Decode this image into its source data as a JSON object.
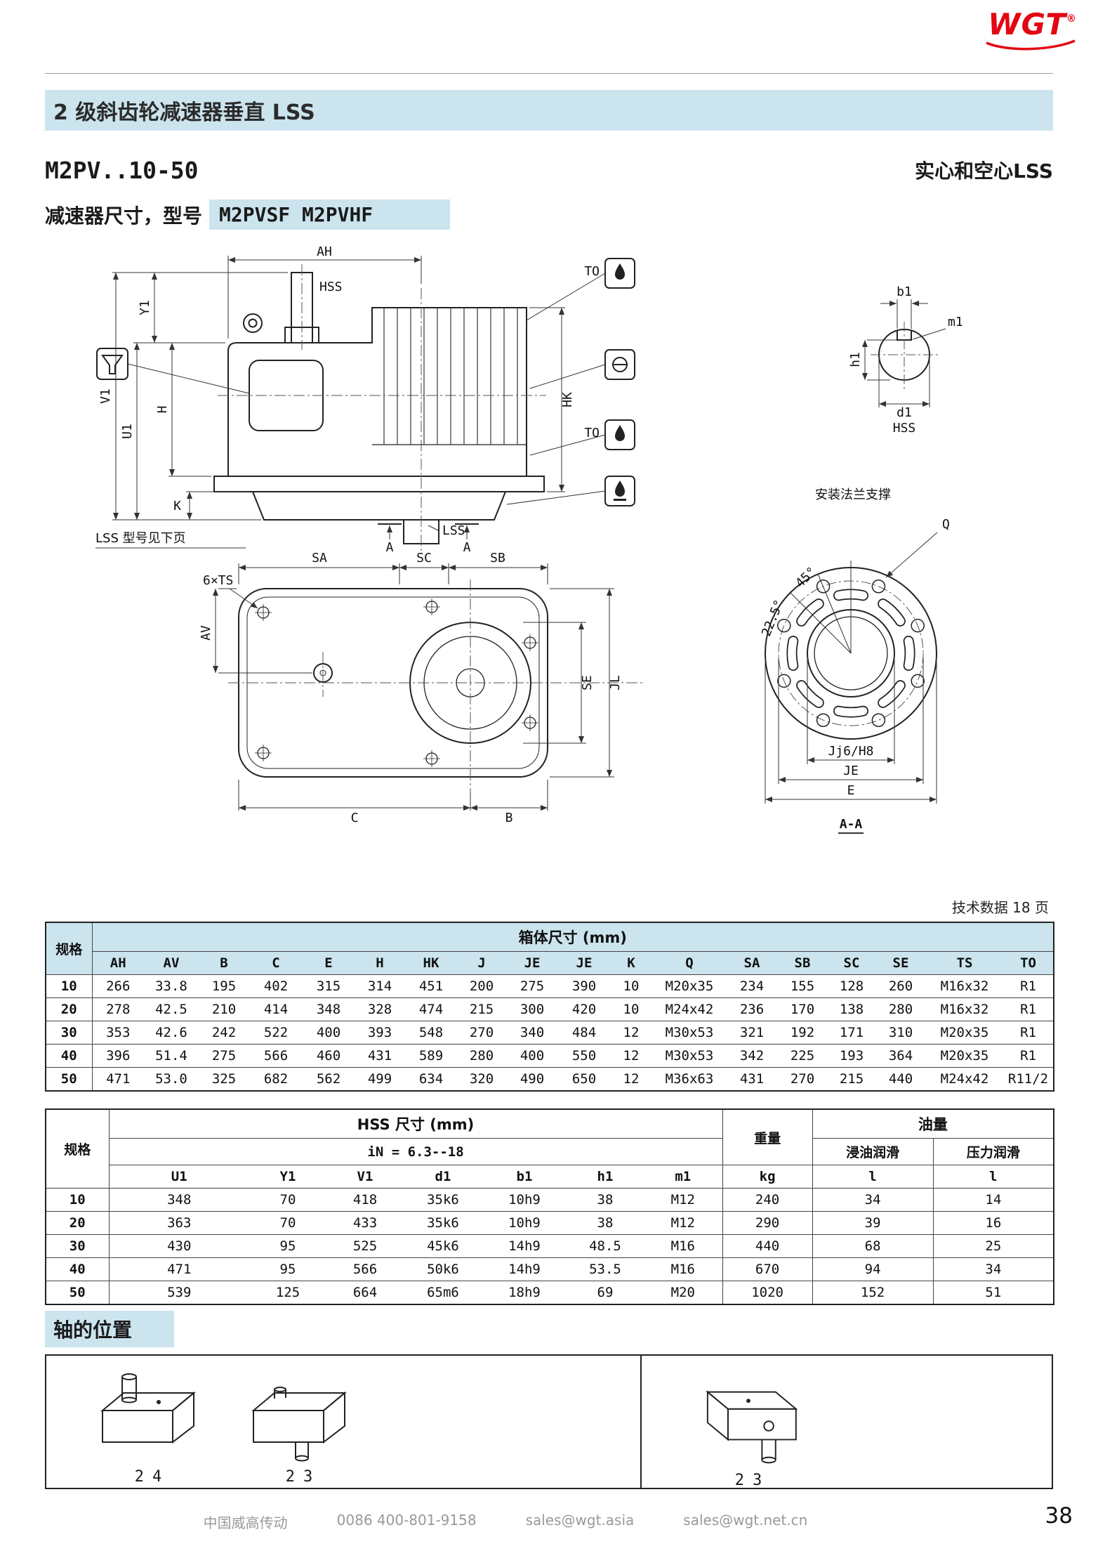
{
  "logo": {
    "text": "WGT",
    "registered": "®",
    "color": "#e30613"
  },
  "header": {
    "title": "2 级斜齿轮减速器垂直 LSS"
  },
  "title_row": {
    "model": "M2PV..10-50",
    "variant": "实心和空心LSS"
  },
  "subtitle": {
    "label": "减速器尺寸，型号",
    "models": "M2PVSF  M2PVHF"
  },
  "drawing": {
    "side_view": {
      "ah": "AH",
      "hss": "HSS",
      "y1": "Y1",
      "v1": "V1",
      "u1": "U1",
      "h": "H",
      "k": "K",
      "hk": "HK",
      "a1": "A",
      "a2": "A",
      "lss": "LSS",
      "to1": "TO",
      "to2": "TO",
      "note": "LSS 型号见下页"
    },
    "shaft_view": {
      "b1": "b1",
      "m1": "m1",
      "h1": "h1",
      "d1": "d1",
      "hss": "HSS"
    },
    "flange_view": {
      "title": "安装法兰支撑",
      "angle45": "45°",
      "angle225": "22.5°",
      "q": "Q",
      "jj": "Jj6/H8",
      "je": "JE",
      "e": "E",
      "section": "A-A"
    },
    "top_view": {
      "ts": "6×TS",
      "sa": "SA",
      "sc": "SC",
      "sb": "SB",
      "av": "AV",
      "se": "SE",
      "jl": "JL",
      "c": "C",
      "b": "B"
    }
  },
  "tech_note": "技术数据 18 页",
  "table1": {
    "spec_header": "规格",
    "title": "箱体尺寸 (mm)",
    "columns": [
      "AH",
      "AV",
      "B",
      "C",
      "E",
      "H",
      "HK",
      "J",
      "JE",
      "JE",
      "K",
      "Q",
      "SA",
      "SB",
      "SC",
      "SE",
      "TS",
      "TO"
    ],
    "rows": [
      {
        "spec": "10",
        "values": [
          "266",
          "33.8",
          "195",
          "402",
          "315",
          "314",
          "451",
          "200",
          "275",
          "390",
          "10",
          "M20x35",
          "234",
          "155",
          "128",
          "260",
          "M16x32",
          "R1"
        ]
      },
      {
        "spec": "20",
        "values": [
          "278",
          "42.5",
          "210",
          "414",
          "348",
          "328",
          "474",
          "215",
          "300",
          "420",
          "10",
          "M24x42",
          "236",
          "170",
          "138",
          "280",
          "M16x32",
          "R1"
        ]
      },
      {
        "spec": "30",
        "values": [
          "353",
          "42.6",
          "242",
          "522",
          "400",
          "393",
          "548",
          "270",
          "340",
          "484",
          "12",
          "M30x53",
          "321",
          "192",
          "171",
          "310",
          "M20x35",
          "R1"
        ]
      },
      {
        "spec": "40",
        "values": [
          "396",
          "51.4",
          "275",
          "566",
          "460",
          "431",
          "589",
          "280",
          "400",
          "550",
          "12",
          "M30x53",
          "342",
          "225",
          "193",
          "364",
          "M20x35",
          "R1"
        ]
      },
      {
        "spec": "50",
        "values": [
          "471",
          "53.0",
          "325",
          "682",
          "562",
          "499",
          "634",
          "320",
          "490",
          "650",
          "12",
          "M36x63",
          "431",
          "270",
          "215",
          "440",
          "M24x42",
          "R11/2"
        ]
      }
    ]
  },
  "table2": {
    "spec_header": "规格",
    "title": "HSS 尺寸 (mm)",
    "ratio": "iN = 6.3--18",
    "weight_header": "重量",
    "weight_unit": "kg",
    "oil_header": "油量",
    "oil_col1": "浸油润滑",
    "oil_col2": "压力润滑",
    "oil_unit1": "l",
    "oil_unit2": "l",
    "columns": [
      "U1",
      "Y1",
      "V1",
      "d1",
      "b1",
      "h1",
      "m1"
    ],
    "rows": [
      {
        "spec": "10",
        "values": [
          "348",
          "70",
          "418",
          "35k6",
          "10h9",
          "38",
          "M12"
        ],
        "weight": "240",
        "oil1": "34",
        "oil2": "14"
      },
      {
        "spec": "20",
        "values": [
          "363",
          "70",
          "433",
          "35k6",
          "10h9",
          "38",
          "M12"
        ],
        "weight": "290",
        "oil1": "39",
        "oil2": "16"
      },
      {
        "spec": "30",
        "values": [
          "430",
          "95",
          "525",
          "45k6",
          "14h9",
          "48.5",
          "M16"
        ],
        "weight": "440",
        "oil1": "68",
        "oil2": "25"
      },
      {
        "spec": "40",
        "values": [
          "471",
          "95",
          "566",
          "50k6",
          "14h9",
          "53.5",
          "M16"
        ],
        "weight": "670",
        "oil1": "94",
        "oil2": "34"
      },
      {
        "spec": "50",
        "values": [
          "539",
          "125",
          "664",
          "65m6",
          "18h9",
          "69",
          "M20"
        ],
        "weight": "1020",
        "oil1": "152",
        "oil2": "51"
      }
    ]
  },
  "shaft_position": {
    "title": "轴的位置",
    "labels": [
      "24",
      "23",
      "23"
    ]
  },
  "footer": {
    "company": "中国威高传动",
    "phone": "0086  400-801-9158",
    "email1": "sales@wgt.asia",
    "email2": "sales@wgt.net.cn"
  },
  "page_number": "38"
}
